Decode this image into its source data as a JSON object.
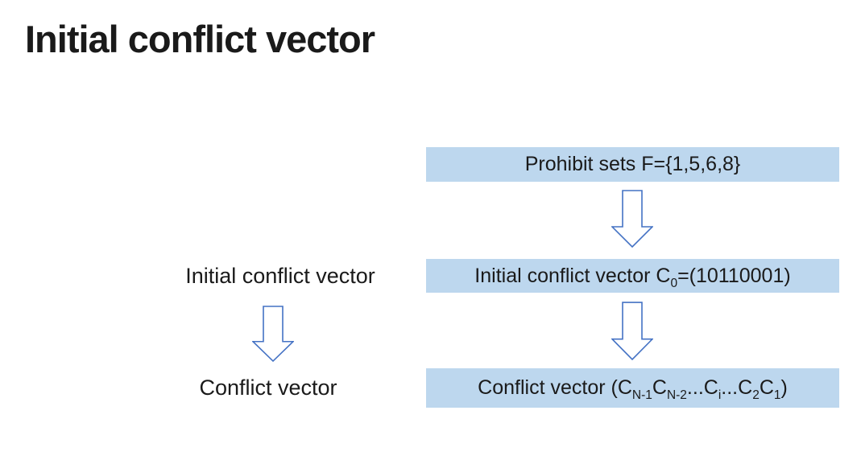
{
  "palette": {
    "background": "#ffffff",
    "box_fill": "#BDD7EE",
    "arrow_stroke": "#4472C4",
    "text": "#1a1a1a"
  },
  "title": "Initial conflict vector",
  "left_column": {
    "label_initial": "Initial conflict vector",
    "label_conflict": "Conflict vector",
    "arrow_icon": "down-block-arrow"
  },
  "flow": {
    "arrow_icon": "down-block-arrow",
    "boxes": [
      {
        "id": "prohibit-sets",
        "parts": [
          {
            "t": "Prohibit sets F={1,5,6,8}"
          }
        ]
      },
      {
        "id": "initial-conflict-vector",
        "parts": [
          {
            "t": "Initial conflict vector C"
          },
          {
            "t": "0",
            "sub": true
          },
          {
            "t": "=(10110001)"
          }
        ]
      },
      {
        "id": "conflict-vector",
        "parts": [
          {
            "t": "Conflict vector (C"
          },
          {
            "t": "N-1",
            "sub": true
          },
          {
            "t": "C"
          },
          {
            "t": "N-2",
            "sub": true
          },
          {
            "t": "...C"
          },
          {
            "t": "i",
            "sub": true
          },
          {
            "t": "...C"
          },
          {
            "t": "2",
            "sub": true
          },
          {
            "t": "C"
          },
          {
            "t": "1",
            "sub": true
          },
          {
            "t": ")"
          }
        ]
      }
    ]
  }
}
